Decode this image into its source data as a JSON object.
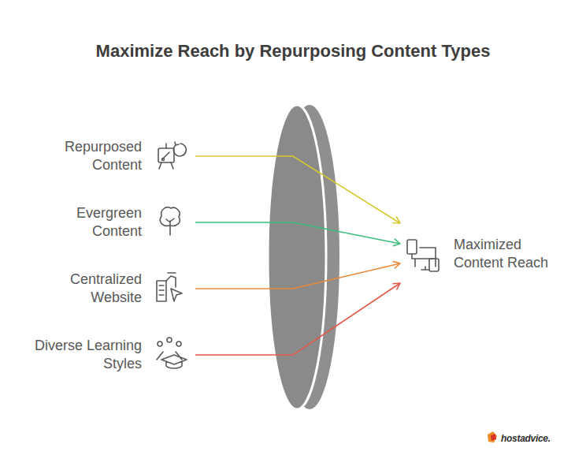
{
  "diagram": {
    "title": "Maximize Reach by Repurposing Content Types",
    "nodes": [
      {
        "text": [
          "Repurposed Content"
        ]
      },
      {
        "text": [
          "Evergreen Content"
        ]
      },
      {
        "text": [
          "Centralized Website"
        ]
      },
      {
        "text": [
          "Diverse Learning Styles"
        ]
      },
      {
        "text": [
          "Maximized Content Reach"
        ]
      }
    ],
    "edges": [
      {
        "from": 0,
        "to": 4,
        "arrow": "to"
      },
      {
        "from": 1,
        "to": 4,
        "arrow": "to"
      },
      {
        "from": 2,
        "to": 4,
        "arrow": "to"
      },
      {
        "from": 3,
        "to": 4,
        "arrow": "to"
      }
    ],
    "labels": [
      "hostadvice."
    ]
  }
}
